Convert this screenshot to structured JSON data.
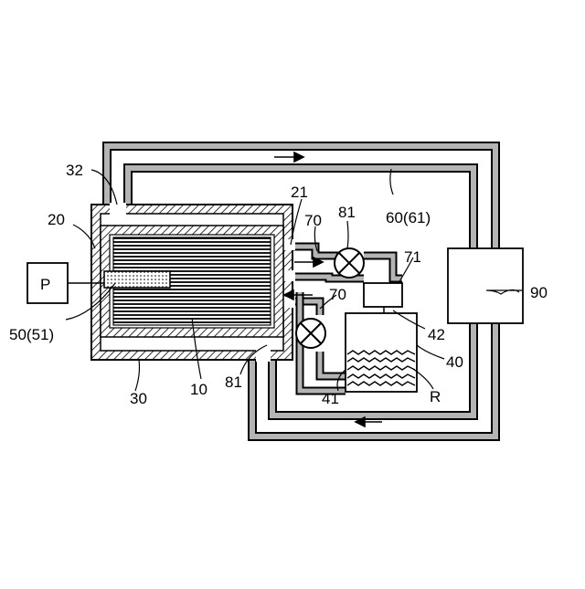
{
  "figure": {
    "labels": {
      "p": "P",
      "l32": "32",
      "l20": "20",
      "l21": "21",
      "l70a": "70",
      "l81a": "81",
      "l60": "60(61)",
      "l71": "71",
      "l90": "90",
      "l70b": "70",
      "l50": "50(51)",
      "l42": "42",
      "l40": "40",
      "l30": "30",
      "l10": "10",
      "l81b": "81",
      "l41": "41",
      "lR": "R"
    },
    "colors": {
      "line": "#000000",
      "pipe_fill": "#b4b4b4",
      "hatch": "#000000",
      "background": "#ffffff"
    }
  }
}
